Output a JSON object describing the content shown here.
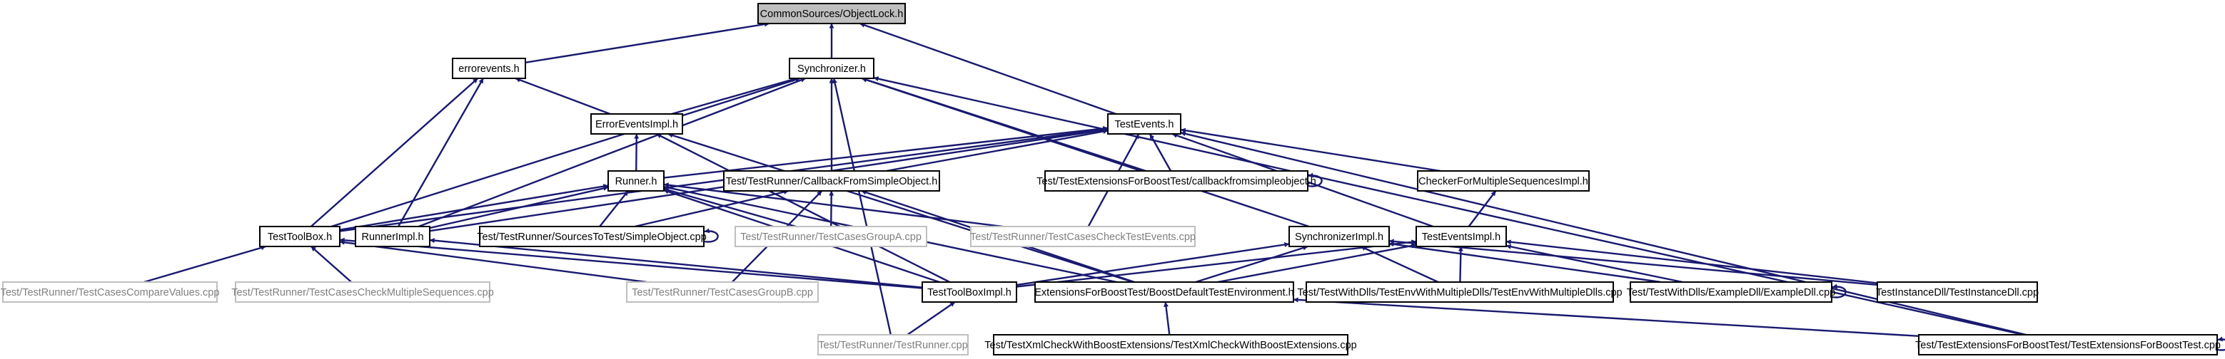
{
  "nodes": [
    {
      "id": "objectlock",
      "label": "CommonSources/ObjectLock.h",
      "style": "root"
    },
    {
      "id": "errorevents",
      "label": "errorevents.h",
      "style": "normal"
    },
    {
      "id": "synchronizer",
      "label": "Synchronizer.h",
      "style": "normal"
    },
    {
      "id": "erroreventsimpl",
      "label": "ErrorEventsImpl.h",
      "style": "normal"
    },
    {
      "id": "testevents",
      "label": "TestEvents.h",
      "style": "normal"
    },
    {
      "id": "runner",
      "label": "Runner.h",
      "style": "normal"
    },
    {
      "id": "callbackfromsimpleobject",
      "label": "Test/TestRunner/CallbackFromSimpleObject.h",
      "style": "normal"
    },
    {
      "id": "callbackfromsimpleobject_boost",
      "label": "Test/TestExtensionsForBoostTest/callbackfromsimpleobject.h",
      "style": "normal"
    },
    {
      "id": "checkerformultiple",
      "label": "CheckerForMultipleSequencesImpl.h",
      "style": "normal"
    },
    {
      "id": "testtoolbox",
      "label": "TestToolBox.h",
      "style": "normal"
    },
    {
      "id": "runnerimpl",
      "label": "RunnerImpl.h",
      "style": "normal"
    },
    {
      "id": "sourcestotest",
      "label": "Test/TestRunner/SourcesToTest/SimpleObject.cpp",
      "style": "normal"
    },
    {
      "id": "testcasesgroupa",
      "label": "Test/TestRunner/TestCasesGroupA.cpp",
      "style": "leaf"
    },
    {
      "id": "testcaseschecktestevents",
      "label": "Test/TestRunner/TestCasesCheckTestEvents.cpp",
      "style": "leaf"
    },
    {
      "id": "synchronizerimpl",
      "label": "SynchronizerImpl.h",
      "style": "normal"
    },
    {
      "id": "testeventsimpl",
      "label": "TestEventsImpl.h",
      "style": "normal"
    },
    {
      "id": "testcasescomparevalues",
      "label": "Test/TestRunner/TestCasesCompareValues.cpp",
      "style": "leaf"
    },
    {
      "id": "testcasescheckmultiple",
      "label": "Test/TestRunner/TestCasesCheckMultipleSequences.cpp",
      "style": "leaf"
    },
    {
      "id": "testcasesgroupb",
      "label": "Test/TestRunner/TestCasesGroupB.cpp",
      "style": "leaf"
    },
    {
      "id": "testtoolboximpl",
      "label": "TestToolBoxImpl.h",
      "style": "normal"
    },
    {
      "id": "extensionsforboost",
      "label": "ExtensionsForBoostTest/BoostDefaultTestEnvironment.h",
      "style": "normal"
    },
    {
      "id": "testenvwithmultipledlls",
      "label": "Test/TestWithDlls/TestEnvWithMultipleDlls/TestEnvWithMultipleDlls.cpp",
      "style": "normal"
    },
    {
      "id": "exampledll",
      "label": "Test/TestWithDlls/ExampleDll/ExampleDll.cpp",
      "style": "normal"
    },
    {
      "id": "testinstancedll",
      "label": "TestInstanceDll/TestInstanceDll.cpp",
      "style": "normal"
    },
    {
      "id": "testrunner",
      "label": "Test/TestRunner/TestRunner.cpp",
      "style": "leaf"
    },
    {
      "id": "testxmlcheck",
      "label": "Test/TestXmlCheckWithBoostExtensions/TestXmlCheckWithBoostExtensions.cpp",
      "style": "normal"
    },
    {
      "id": "testextensionsforboosttest",
      "label": "Test/TestExtensionsForBoostTest/TestExtensionsForBoostTest.cpp",
      "style": "normal"
    }
  ],
  "edges": [
    {
      "from": "errorevents",
      "to": "objectlock"
    },
    {
      "from": "synchronizer",
      "to": "objectlock"
    },
    {
      "from": "testevents",
      "to": "objectlock"
    },
    {
      "from": "erroreventsimpl",
      "to": "errorevents"
    },
    {
      "from": "testtoolbox",
      "to": "errorevents"
    },
    {
      "from": "runnerimpl",
      "to": "errorevents"
    },
    {
      "from": "erroreventsimpl",
      "to": "synchronizer"
    },
    {
      "from": "testtoolbox",
      "to": "synchronizer"
    },
    {
      "from": "runnerimpl",
      "to": "synchronizer"
    },
    {
      "from": "callbackfromsimpleobject",
      "to": "synchronizer"
    },
    {
      "from": "callbackfromsimpleobject_boost",
      "to": "synchronizer"
    },
    {
      "from": "synchronizerimpl",
      "to": "synchronizer"
    },
    {
      "from": "testextensionsforboosttest",
      "to": "synchronizer"
    },
    {
      "from": "runner",
      "to": "erroreventsimpl"
    },
    {
      "from": "testtoolboximpl",
      "to": "erroreventsimpl"
    },
    {
      "from": "extensionsforboost",
      "to": "erroreventsimpl"
    },
    {
      "from": "runner",
      "to": "testevents"
    },
    {
      "from": "callbackfromsimpleobject",
      "to": "testevents"
    },
    {
      "from": "callbackfromsimpleobject_boost",
      "to": "testevents"
    },
    {
      "from": "checkerformultiple",
      "to": "testevents"
    },
    {
      "from": "testtoolbox",
      "to": "testevents"
    },
    {
      "from": "runnerimpl",
      "to": "testevents"
    },
    {
      "from": "testeventsimpl",
      "to": "testevents"
    },
    {
      "from": "testcaseschecktestevents",
      "to": "testevents"
    },
    {
      "from": "testextensionsforboosttest",
      "to": "testevents"
    },
    {
      "from": "testtoolbox",
      "to": "runner"
    },
    {
      "from": "runnerimpl",
      "to": "runner"
    },
    {
      "from": "sourcestotest",
      "to": "runner"
    },
    {
      "from": "testcasesgroupa",
      "to": "runner"
    },
    {
      "from": "testtoolboximpl",
      "to": "runner"
    },
    {
      "from": "extensionsforboost",
      "to": "runner"
    },
    {
      "from": "testcaseschecktestevents",
      "to": "runner"
    },
    {
      "from": "sourcestotest",
      "to": "callbackfromsimpleobject"
    },
    {
      "from": "testcasesgroupa",
      "to": "callbackfromsimpleobject"
    },
    {
      "from": "testcasesgroupb",
      "to": "callbackfromsimpleobject"
    },
    {
      "from": "extensionsforboost",
      "to": "callbackfromsimpleobject"
    },
    {
      "from": "testeventsimpl",
      "to": "checkerformultiple"
    },
    {
      "from": "testcasescomparevalues",
      "to": "testtoolbox"
    },
    {
      "from": "testcasescheckmultiple",
      "to": "testtoolbox"
    },
    {
      "from": "testcasesgroupb",
      "to": "testtoolbox"
    },
    {
      "from": "testtoolboximpl",
      "to": "testtoolbox"
    },
    {
      "from": "testtoolboximpl",
      "to": "runnerimpl"
    },
    {
      "from": "testtoolboximpl",
      "to": "synchronizerimpl"
    },
    {
      "from": "extensionsforboost",
      "to": "synchronizerimpl"
    },
    {
      "from": "testenvwithmultipledlls",
      "to": "synchronizerimpl"
    },
    {
      "from": "exampledll",
      "to": "synchronizerimpl"
    },
    {
      "from": "testinstancedll",
      "to": "synchronizerimpl"
    },
    {
      "from": "testtoolboximpl",
      "to": "testeventsimpl"
    },
    {
      "from": "extensionsforboost",
      "to": "testeventsimpl"
    },
    {
      "from": "testenvwithmultipledlls",
      "to": "testeventsimpl"
    },
    {
      "from": "exampledll",
      "to": "testeventsimpl"
    },
    {
      "from": "testinstancedll",
      "to": "testeventsimpl"
    },
    {
      "from": "testrunner",
      "to": "testtoolboximpl"
    },
    {
      "from": "testxmlcheck",
      "to": "extensionsforboost"
    },
    {
      "from": "testextensionsforboosttest",
      "to": "extensionsforboost"
    },
    {
      "from": "testrunner",
      "to": "synchronizer"
    },
    {
      "from": "callbackfromsimpleobject_boost",
      "to": "callbackfromsimpleobject_boost"
    },
    {
      "from": "sourcestotest",
      "to": "sourcestotest"
    },
    {
      "from": "exampledll",
      "to": "exampledll"
    },
    {
      "from": "testextensionsforboosttest",
      "to": "testextensionsforboosttest"
    }
  ]
}
